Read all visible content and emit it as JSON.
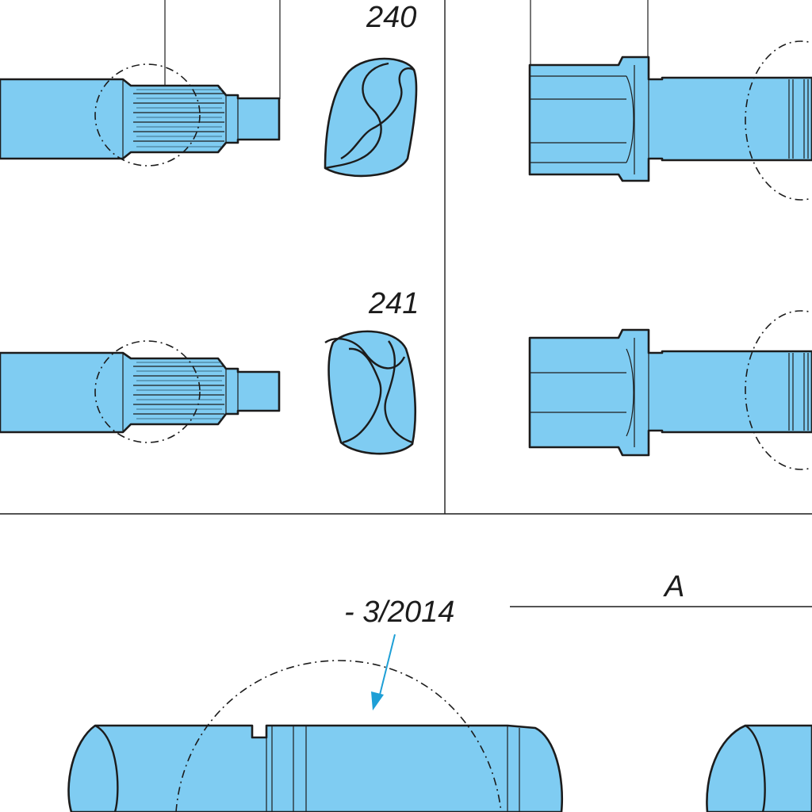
{
  "labels": {
    "part_240": "240",
    "part_241": "241",
    "date_marker": "- 3/2014",
    "view_a": "A"
  },
  "colors": {
    "part_fill": "#7fccf2",
    "outline": "#1c1c1c",
    "arrow": "#1e9fd6"
  }
}
